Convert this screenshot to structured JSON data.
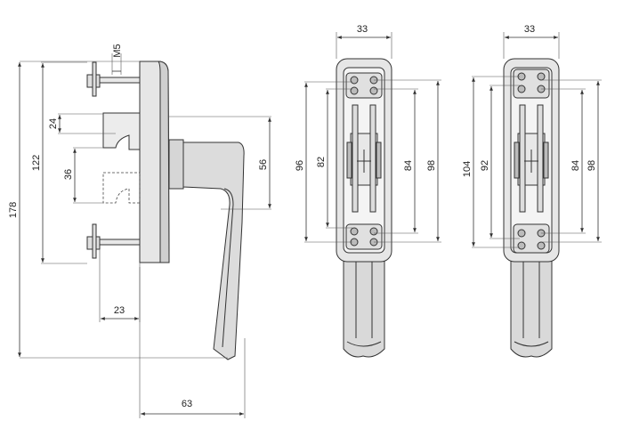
{
  "colors": {
    "line": "#333333",
    "body_fill": "#e6e6e6",
    "body_dark": "#bdbdbd",
    "handle_fill": "#d9d9d9",
    "plate_fill": "#f4f4f4"
  },
  "side_view": {
    "dim_thread": "M5",
    "dim_overall_height": "178",
    "dim_screw_spacing": "122",
    "dim_upper_slot": "24",
    "dim_lower_slot": "36",
    "dim_spindle_offset": "56",
    "dim_screw_depth": "23",
    "dim_projection": "63"
  },
  "rear_view_a": {
    "dim_width": "33",
    "dim_outer_left": "96",
    "dim_inner_left": "82",
    "dim_inner_right": "84",
    "dim_outer_right": "98"
  },
  "rear_view_b": {
    "dim_width": "33",
    "dim_outer_left": "104",
    "dim_inner_left": "92",
    "dim_inner_right": "84",
    "dim_outer_right": "98"
  }
}
